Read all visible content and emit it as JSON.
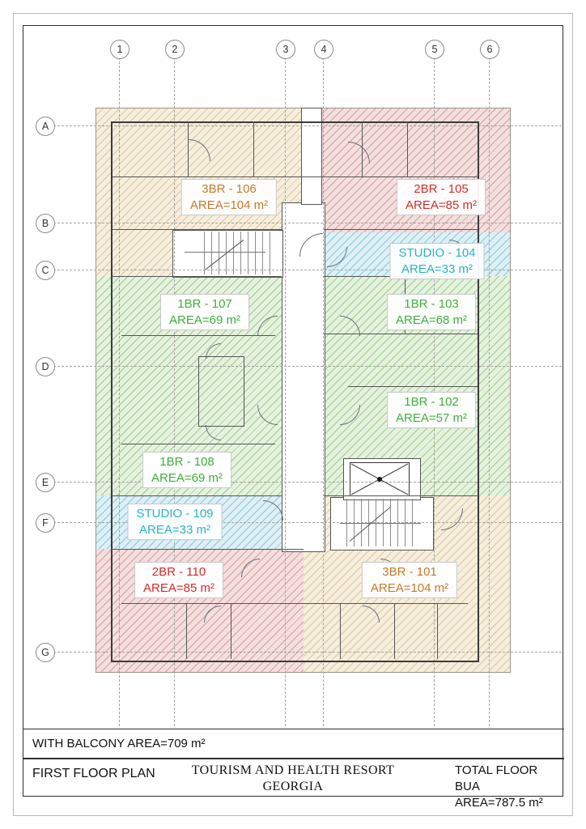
{
  "grid": {
    "columns": [
      "1",
      "2",
      "3",
      "4",
      "5",
      "6"
    ],
    "rows": [
      "A",
      "B",
      "C",
      "D",
      "E",
      "F",
      "G"
    ]
  },
  "units": [
    {
      "name": "3BR - 106",
      "area": "AREA=104 m²",
      "color": "#c8782a"
    },
    {
      "name": "2BR - 105",
      "area": "AREA=85 m²",
      "color": "#d42a2a"
    },
    {
      "name": "STUDIO - 104",
      "area": "AREA=33 m²",
      "color": "#2ab4c0"
    },
    {
      "name": "1BR - 107",
      "area": "AREA=69 m²",
      "color": "#3fae3f"
    },
    {
      "name": "1BR - 103",
      "area": "AREA=68 m²",
      "color": "#3fae3f"
    },
    {
      "name": "1BR - 102",
      "area": "AREA=57 m²",
      "color": "#3fae3f"
    },
    {
      "name": "1BR - 108",
      "area": "AREA=69 m²",
      "color": "#3fae3f"
    },
    {
      "name": "STUDIO - 109",
      "area": "AREA=33 m²",
      "color": "#2ab4c0"
    },
    {
      "name": "2BR - 110",
      "area": "AREA=85 m²",
      "color": "#d42a2a"
    },
    {
      "name": "3BR - 101",
      "area": "AREA=104 m²",
      "color": "#c8782a"
    }
  ],
  "palette": {
    "zone_beige": "#f6eedd",
    "zone_pink": "#f3dfdf",
    "zone_green": "#e6f1df",
    "zone_blue": "#dfeff5"
  },
  "titleblock": {
    "balcony_note": "WITH BALCONY AREA=709 m²",
    "plan_title": "FIRST FLOOR PLAN",
    "project_line1": "TOURISM AND HEALTH RESORT",
    "project_line2": "GEORGIA",
    "bua_line1": "TOTAL FLOOR BUA",
    "bua_line2": "AREA=787.5 m²"
  }
}
